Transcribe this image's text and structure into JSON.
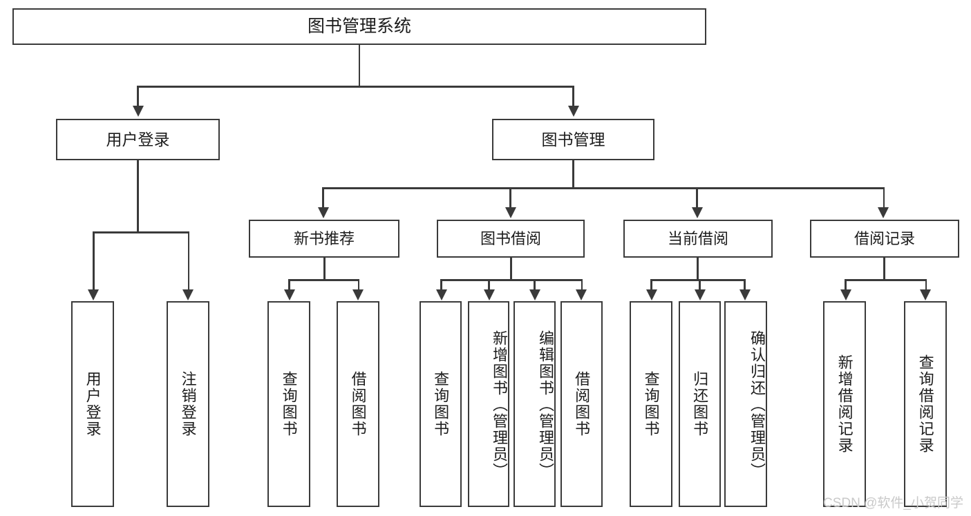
{
  "diagram": {
    "title": "图书管理系统",
    "type": "hierarchy-tree",
    "root": {
      "label": "图书管理系统"
    },
    "level2": [
      {
        "label": "用户登录"
      },
      {
        "label": "图书管理"
      }
    ],
    "groups": [
      {
        "label": "新书推荐"
      },
      {
        "label": "图书借阅"
      },
      {
        "label": "当前借阅"
      },
      {
        "label": "借阅记录"
      }
    ],
    "leaves": {
      "user_login": [
        {
          "label": "用户登录"
        },
        {
          "label": "注销登录"
        }
      ],
      "new_book": [
        {
          "label": "查询图书"
        },
        {
          "label": "借阅图书"
        }
      ],
      "book_borrow": [
        {
          "label": "查询图书"
        },
        {
          "label": "新增图书（管理员）"
        },
        {
          "label": "编辑图书（管理员）"
        },
        {
          "label": "借阅图书"
        }
      ],
      "current_borrow": [
        {
          "label": "查询图书"
        },
        {
          "label": "归还图书"
        },
        {
          "label": "确认归还（管理员）"
        }
      ],
      "borrow_record": [
        {
          "label": "新增借阅记录"
        },
        {
          "label": "查询借阅记录"
        }
      ]
    }
  },
  "watermark": {
    "text": "CSDN @软件_小贺同学"
  },
  "colors": {
    "border": "#3a3a3a",
    "text": "#1c1c1c",
    "background": "#ffffff",
    "watermark": "#c9c9c9"
  }
}
